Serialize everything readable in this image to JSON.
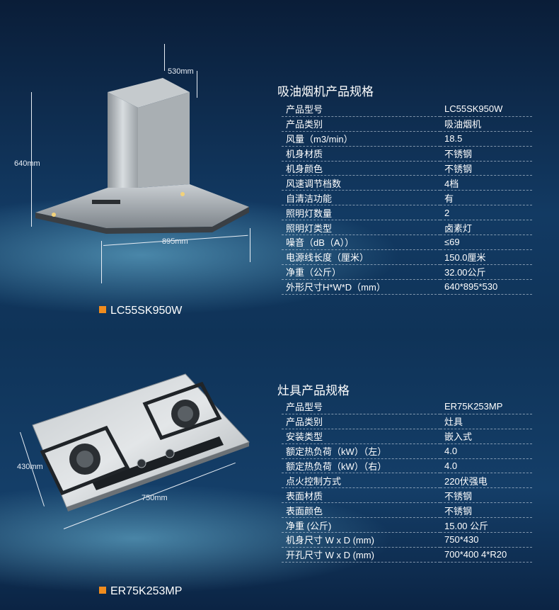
{
  "hood": {
    "dims": {
      "depth": "530mm",
      "height": "640mm",
      "width": "895mm"
    },
    "spec_title": "吸油烟机产品规格",
    "rows": [
      {
        "k": "产品型号",
        "v": "LC55SK950W"
      },
      {
        "k": "产品类别",
        "v": "吸油烟机"
      },
      {
        "k": "风量（m3/min）",
        "v": "18.5"
      },
      {
        "k": "机身材质",
        "v": "不锈钢"
      },
      {
        "k": "机身颜色",
        "v": "不锈钢"
      },
      {
        "k": "风速调节档数",
        "v": "4档"
      },
      {
        "k": "自清洁功能",
        "v": "有"
      },
      {
        "k": "照明灯数量",
        "v": "2"
      },
      {
        "k": "照明灯类型",
        "v": "卤素灯"
      },
      {
        "k": "噪音（dB（A））",
        "v": "≤69"
      },
      {
        "k": "电源线长度（厘米）",
        "v": "150.0厘米"
      },
      {
        "k": "净重（公斤）",
        "v": "32.00公斤"
      },
      {
        "k": "外形尺寸H*W*D（mm）",
        "v": "640*895*530"
      }
    ],
    "model_label": "LC55SK950W"
  },
  "cooktop": {
    "dims": {
      "depth": "430mm",
      "width": "750mm"
    },
    "spec_title": "灶具产品规格",
    "rows": [
      {
        "k": "产品型号",
        "v": "ER75K253MP"
      },
      {
        "k": "产品类别",
        "v": "灶具"
      },
      {
        "k": "安装类型",
        "v": "嵌入式"
      },
      {
        "k": "额定热负荷（kW）（左）",
        "v": "4.0"
      },
      {
        "k": "额定热负荷（kW）（右）",
        "v": "4.0"
      },
      {
        "k": "点火控制方式",
        "v": "220伏强电"
      },
      {
        "k": "表面材质",
        "v": "不锈钢"
      },
      {
        "k": "表面颜色",
        "v": "不锈钢"
      },
      {
        "k": "净重 (公斤)",
        "v": "15.00 公斤"
      },
      {
        "k": "机身尺寸 W x D (mm)",
        "v": "750*430"
      },
      {
        "k": "开孔尺寸 W x D (mm)",
        "v": "700*400 4*R20"
      }
    ],
    "model_label": "ER75K253MP"
  },
  "colors": {
    "accent": "#f08c1e",
    "background": "#0f3358"
  }
}
